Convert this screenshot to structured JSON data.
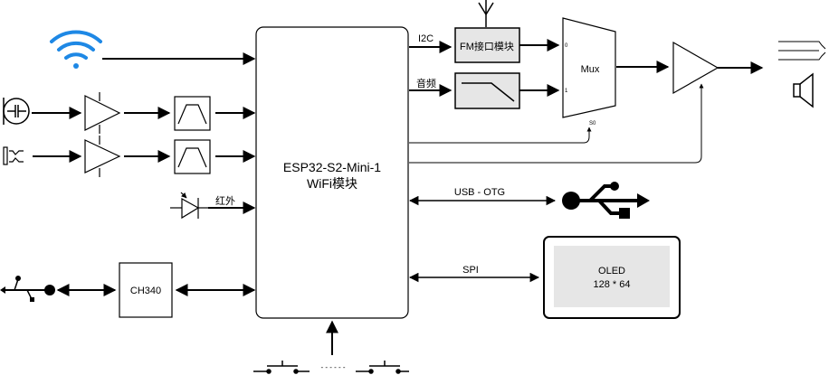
{
  "esp32": {
    "line1": "ESP32-S2-Mini-1",
    "line2": "WiFi模块"
  },
  "fm": {
    "label": "FM接口模块"
  },
  "mux": {
    "label": "Mux",
    "pin0": "0",
    "pin1": "1",
    "select": "S0"
  },
  "labels": {
    "i2c": "I2C",
    "audio": "音频",
    "infrared": "红外",
    "usb_otg": "USB - OTG",
    "spi": "SPI",
    "ellipsis": "- - - - - -"
  },
  "ch340": {
    "label": "CH340"
  },
  "oled": {
    "line1": "OLED",
    "line2": "128 * 64"
  },
  "colors": {
    "wifi": "#1e88e5",
    "stroke": "#000000",
    "oled_screen": "#e6e6e6",
    "fm_fill": "#e6e6e6"
  }
}
